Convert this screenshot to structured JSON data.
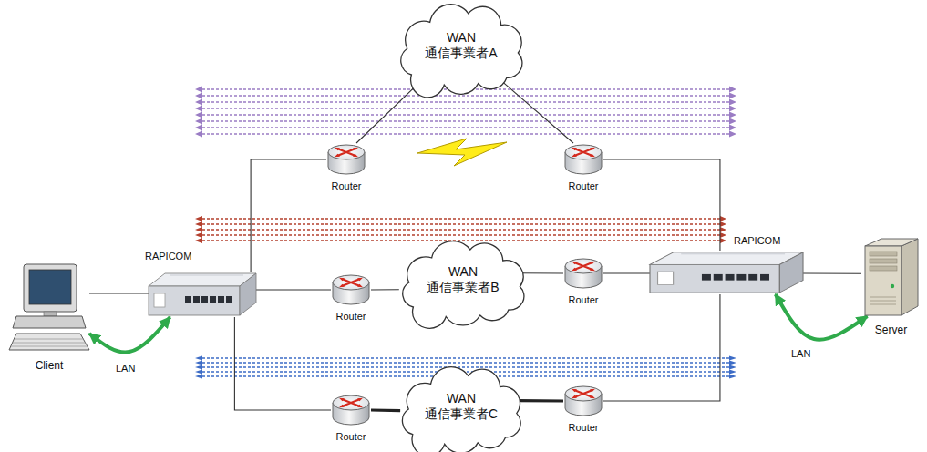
{
  "diagram": {
    "nodes": [
      {
        "text": [
          "WAN 通信事業者A"
        ]
      },
      {
        "text": [
          "Router"
        ]
      },
      {
        "text": [
          "Router"
        ]
      },
      {
        "text": [
          "RAPICOM"
        ]
      },
      {
        "text": [
          "Router"
        ]
      },
      {
        "text": [
          "WAN 通信事業者B"
        ]
      },
      {
        "text": [
          "Router"
        ]
      },
      {
        "text": [
          "RAPICOM"
        ]
      },
      {
        "text": [
          "Client"
        ]
      },
      {
        "text": [
          "Server"
        ]
      },
      {
        "text": [
          "Router"
        ]
      },
      {
        "text": [
          "WAN 通信事業者C"
        ]
      },
      {
        "text": [
          "Router"
        ]
      }
    ],
    "edges": [
      {
        "from": 8,
        "to": 3,
        "arrow": "none"
      },
      {
        "from": 8,
        "to": 3,
        "arrow": "both"
      },
      {
        "from": 3,
        "to": 1,
        "arrow": "none"
      },
      {
        "from": 1,
        "to": 0,
        "arrow": "none"
      },
      {
        "from": 0,
        "to": 2,
        "arrow": "none"
      },
      {
        "from": 2,
        "to": 7,
        "arrow": "none"
      },
      {
        "from": 3,
        "to": 4,
        "arrow": "none"
      },
      {
        "from": 4,
        "to": 5,
        "arrow": "none"
      },
      {
        "from": 5,
        "to": 6,
        "arrow": "none"
      },
      {
        "from": 6,
        "to": 7,
        "arrow": "none"
      },
      {
        "from": 3,
        "to": 10,
        "arrow": "none"
      },
      {
        "from": 10,
        "to": 11,
        "arrow": "none"
      },
      {
        "from": 11,
        "to": 12,
        "arrow": "none"
      },
      {
        "from": 12,
        "to": 7,
        "arrow": "none"
      },
      {
        "from": 7,
        "to": 9,
        "arrow": "none"
      },
      {
        "from": 7,
        "to": 9,
        "arrow": "both"
      }
    ],
    "labels": [
      "LAN",
      "LAN"
    ]
  }
}
